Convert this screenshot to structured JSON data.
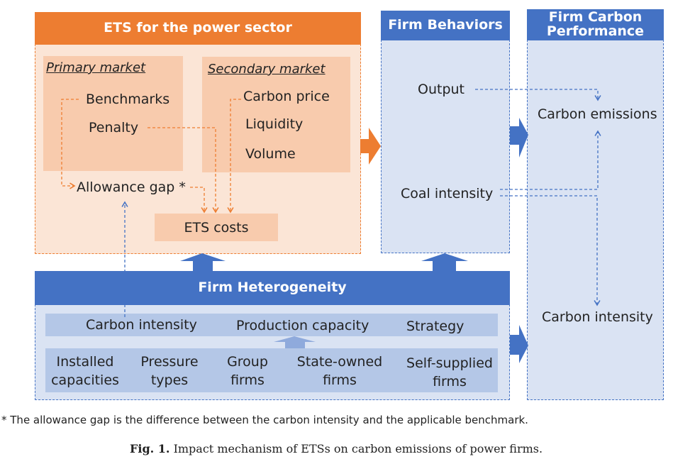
{
  "ets": {
    "title": "ETS for the power sector",
    "primary": {
      "label": "Primary market",
      "items": [
        "Benchmarks",
        "Penalty"
      ]
    },
    "secondary": {
      "label": "Secondary market",
      "items": [
        "Carbon price",
        "Liquidity",
        "Volume"
      ]
    },
    "allowance_gap": "Allowance gap *",
    "ets_costs": "ETS costs"
  },
  "behaviors": {
    "title": "Firm Behaviors",
    "items": [
      "Output",
      "Coal intensity"
    ]
  },
  "performance": {
    "title": "Firm Carbon Performance",
    "items": [
      "Carbon emissions",
      "Carbon intensity"
    ]
  },
  "heterogeneity": {
    "title": "Firm Heterogeneity",
    "row1": [
      "Carbon intensity",
      "Production capacity",
      "Strategy"
    ],
    "row2": [
      "Installed capacities",
      "Pressure types",
      "Group firms",
      "State-owned firms",
      "Self-supplied firms"
    ]
  },
  "footnote": "* The allowance gap is the difference between the carbon intensity and the applicable benchmark.",
  "caption": {
    "label": "Fig. 1.",
    "text": "Impact mechanism of ETSs on carbon emissions of power firms."
  },
  "colors": {
    "orange": "#ED7D31",
    "blue": "#4472C4"
  }
}
